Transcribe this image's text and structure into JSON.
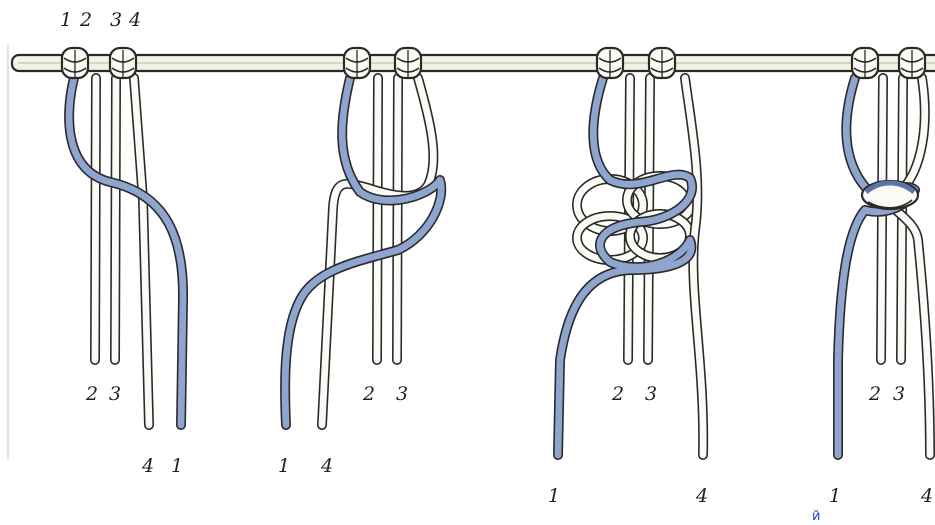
{
  "colors": {
    "blue_cord": "#8ea6cf",
    "blue_cord_dark": "#5a75a8",
    "white_cord": "#fbfbf5",
    "outline": "#2a2a2a",
    "rod_fill": "#f4f1e6",
    "corner_mark": "#1f3fd6"
  },
  "top_labels": [
    "1",
    "2",
    "3",
    "4"
  ],
  "steps": [
    {
      "inner_labels": [
        "2",
        "3"
      ],
      "outer_left": "4",
      "outer_right": "1"
    },
    {
      "inner_labels": [
        "2",
        "3"
      ],
      "outer_left": "1",
      "outer_right": "4"
    },
    {
      "inner_labels": [
        "2",
        "3"
      ],
      "outer_left": "1",
      "outer_right": "4"
    },
    {
      "inner_labels": [
        "2",
        "3"
      ],
      "outer_left": "1",
      "outer_right": "4"
    }
  ],
  "corner_mark": "й"
}
